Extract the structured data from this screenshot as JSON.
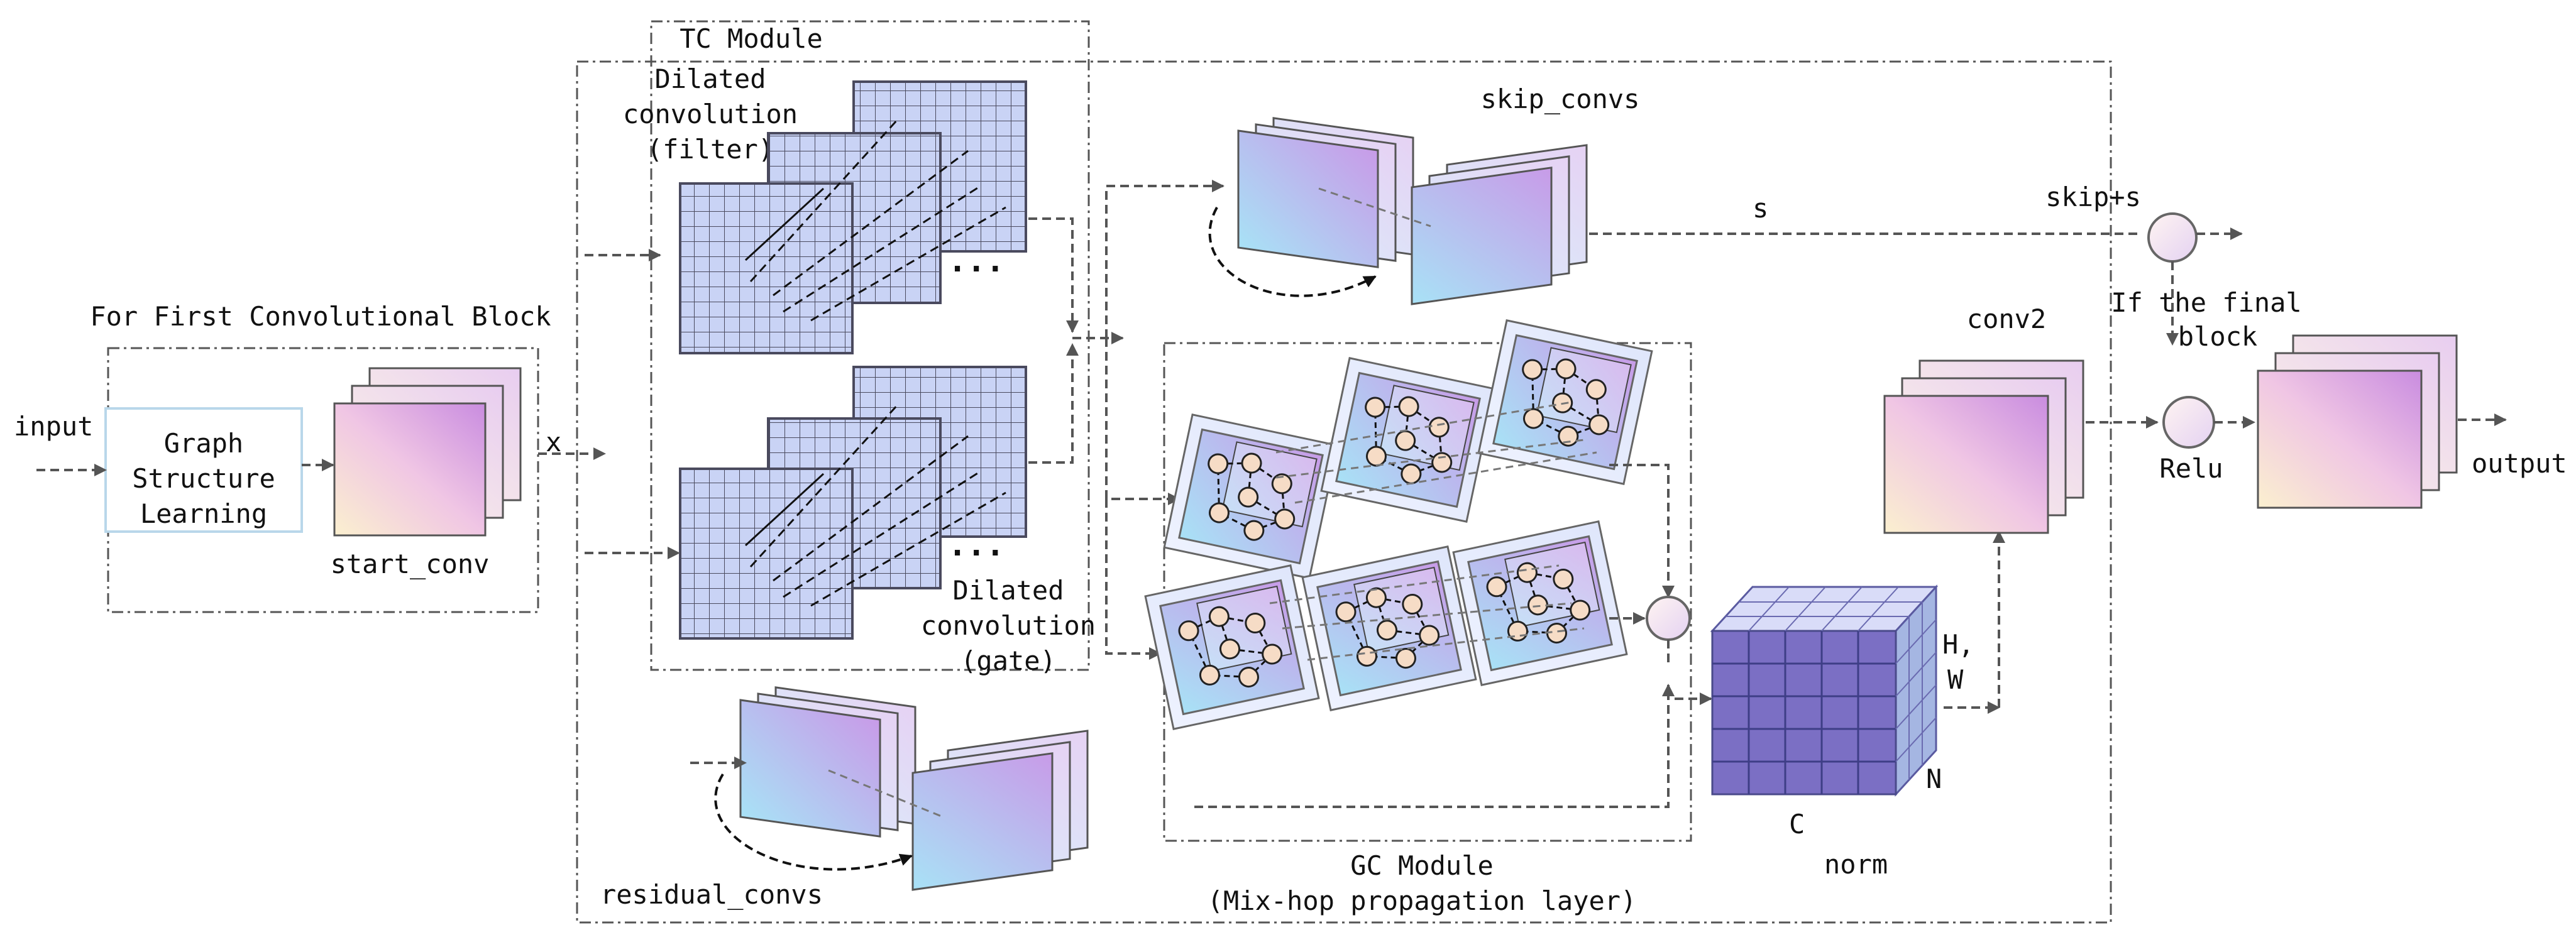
{
  "labels": {
    "input": "input",
    "x": "x",
    "output": "output",
    "first_block_title": "For First Convolutional Block",
    "graph_learning": [
      "Graph",
      "Structure",
      "Learning"
    ],
    "start_conv": "start_conv",
    "tc_module": "TC Module",
    "dilated_filter": [
      "Dilated",
      "convolution",
      "(filter)"
    ],
    "dilated_gate": [
      "Dilated",
      "convolution",
      "(gate)"
    ],
    "ellipsis": "...",
    "skip_convs": "skip_convs",
    "residual_convs": "residual_convs",
    "s": "s",
    "skip_s": "skip+s",
    "if_final_block": [
      "If the final",
      "block"
    ],
    "conv2": "conv2",
    "relu": "Relu",
    "gc_module": [
      "GC Module",
      "(Mix-hop propagation layer)"
    ],
    "hw": [
      "H,",
      "W"
    ],
    "n": "N",
    "c": "C",
    "norm": "norm"
  },
  "colors": {
    "grid_fill": "#c9d3f5",
    "grid_line": "#4a4a5e",
    "box_border": "#444444",
    "cube_front": "#7b6fc4",
    "cube_top": "#d9dcf8",
    "cube_side": "#a5b6e2",
    "node_fill": "#f6dcc6",
    "plate_gradient": [
      "#a8e2f6",
      "#c89be8"
    ],
    "start_gradient": [
      "#fbf0cf",
      "#c98ce0"
    ]
  }
}
